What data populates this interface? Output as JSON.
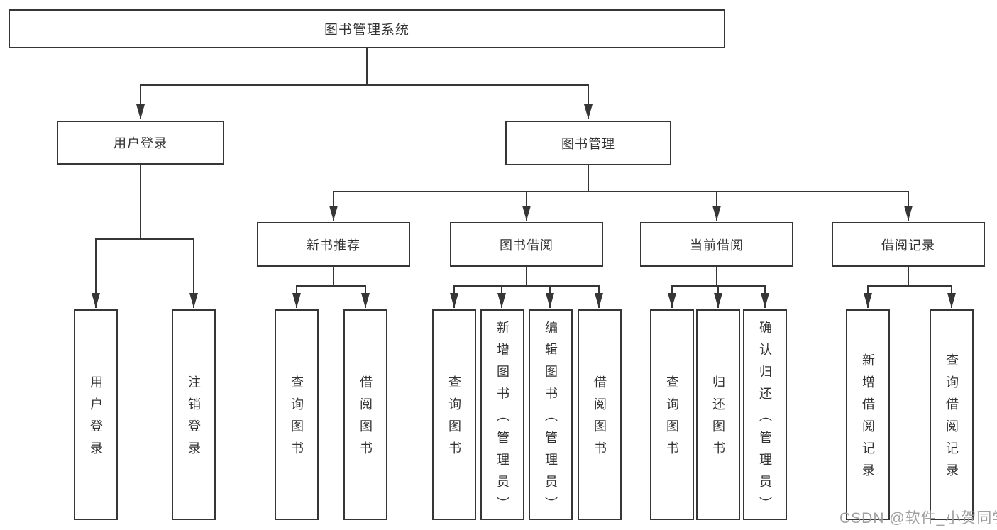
{
  "root": {
    "label": "图书管理系统"
  },
  "user_login": {
    "label": "用户登录",
    "children": [
      {
        "label": "用户登录"
      },
      {
        "label": "注销登录"
      }
    ]
  },
  "book_mgmt": {
    "label": "图书管理"
  },
  "new_books": {
    "label": "新书推荐",
    "children": [
      {
        "label": "查询图书"
      },
      {
        "label": "借阅图书"
      }
    ]
  },
  "borrowing": {
    "label": "图书借阅",
    "children": [
      {
        "label": "查询图书"
      },
      {
        "label": "新增图书（管理员）"
      },
      {
        "label": "编辑图书（管理员）"
      },
      {
        "label": "借阅图书"
      }
    ]
  },
  "current": {
    "label": "当前借阅",
    "children": [
      {
        "label": "查询图书"
      },
      {
        "label": "归还图书"
      },
      {
        "label": "确认归还（管理员）"
      }
    ]
  },
  "records": {
    "label": "借阅记录",
    "children": [
      {
        "label": "新增借阅记录"
      },
      {
        "label": "查询借阅记录"
      }
    ]
  },
  "watermark": "CSDN @软件_小贺同学",
  "colors": {
    "line": "#363636",
    "text": "#333333",
    "watermark": "#989898"
  }
}
